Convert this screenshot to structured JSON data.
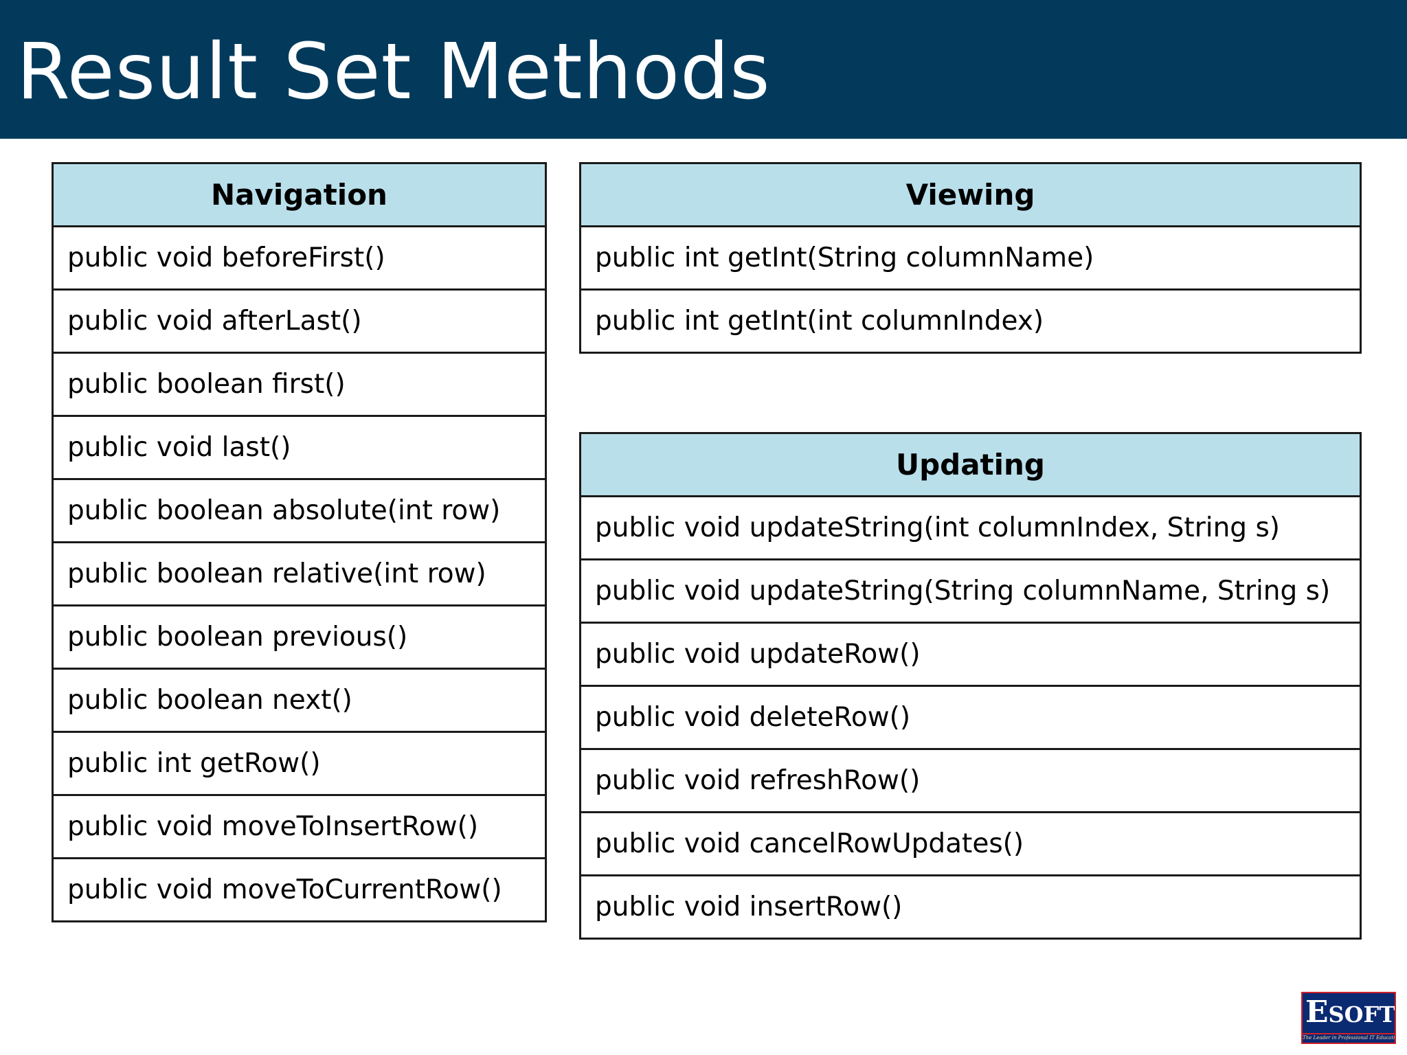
{
  "slide": {
    "title": "Result Set Methods"
  },
  "navigation": {
    "header": "Navigation",
    "rows": [
      "public void beforeFirst()",
      "public void afterLast()",
      "public boolean first()",
      "public void last()",
      "public boolean absolute(int row)",
      "public boolean relative(int row)",
      "public boolean previous()",
      "public boolean next()",
      "public int getRow()",
      "public void moveToInsertRow()",
      "public void moveToCurrentRow()"
    ]
  },
  "viewing": {
    "header": "Viewing",
    "rows": [
      "public int getInt(String columnName)",
      "public int getInt(int columnIndex)"
    ]
  },
  "updating": {
    "header": "Updating",
    "rows": [
      "public void updateString(int columnIndex, String s)",
      "public void updateString(String columnName, String s)",
      "public void updateRow()",
      "public void deleteRow()",
      "public void refreshRow()",
      "public void cancelRowUpdates()",
      "public void insertRow()"
    ]
  },
  "logo": {
    "word_initial": "E",
    "word_rest": "SOFT",
    "tagline": "The Leader in Professional IT Education"
  },
  "colors": {
    "title_bar": "#033a5c",
    "header_fill": "#b9dfea",
    "border": "#1a1a1a",
    "logo_fill": "#0a2a72",
    "logo_accent": "#d21f2b"
  }
}
